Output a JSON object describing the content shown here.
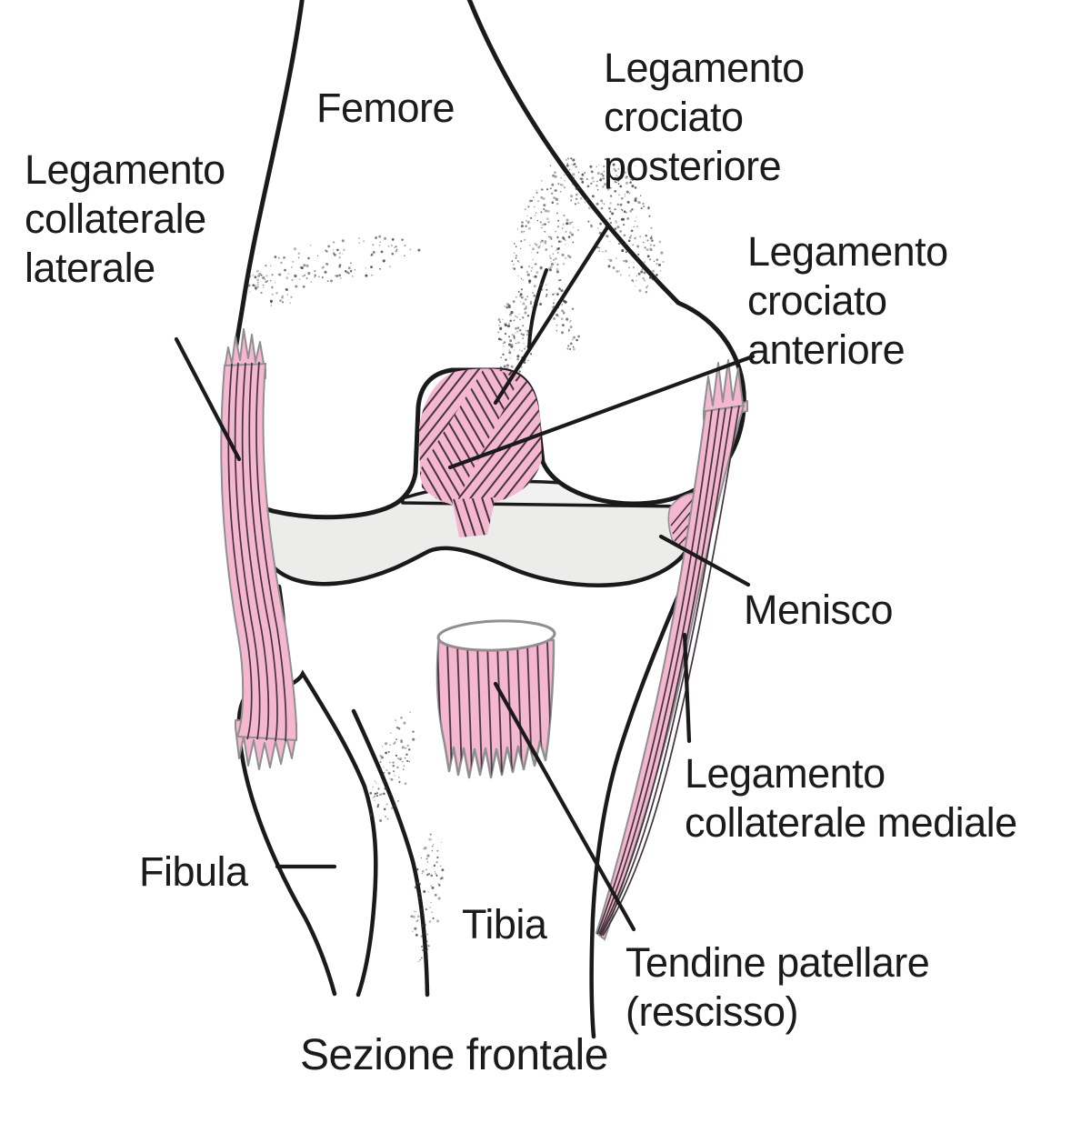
{
  "figure": {
    "caption": "Sezione frontale",
    "labels": {
      "femore": {
        "text": "Femore"
      },
      "croc_post": {
        "lines": [
          "Legamento",
          "crociato",
          "posteriore"
        ]
      },
      "coll_lat": {
        "lines": [
          "Legamento",
          "collaterale",
          "laterale"
        ]
      },
      "croc_ant": {
        "lines": [
          "Legamento",
          "crociato",
          "anteriore"
        ]
      },
      "menisco": {
        "text": "Menisco"
      },
      "coll_med": {
        "lines": [
          "Legamento",
          "collaterale mediale"
        ]
      },
      "fibula": {
        "text": "Fibula"
      },
      "tibia": {
        "text": "Tibia"
      },
      "tendine": {
        "lines": [
          "Tendine patellare",
          "(rescisso)"
        ]
      },
      "sezione": {
        "text": "Sezione frontale"
      }
    },
    "colors": {
      "ink": "#1a1a1a",
      "ligament_pink": "#F5B6CF",
      "fiber_dark": "#43333B",
      "bone_gray": "#ECECEA",
      "edge_gray": "#8F8F8F",
      "stipple": "#3a3a3a"
    }
  }
}
